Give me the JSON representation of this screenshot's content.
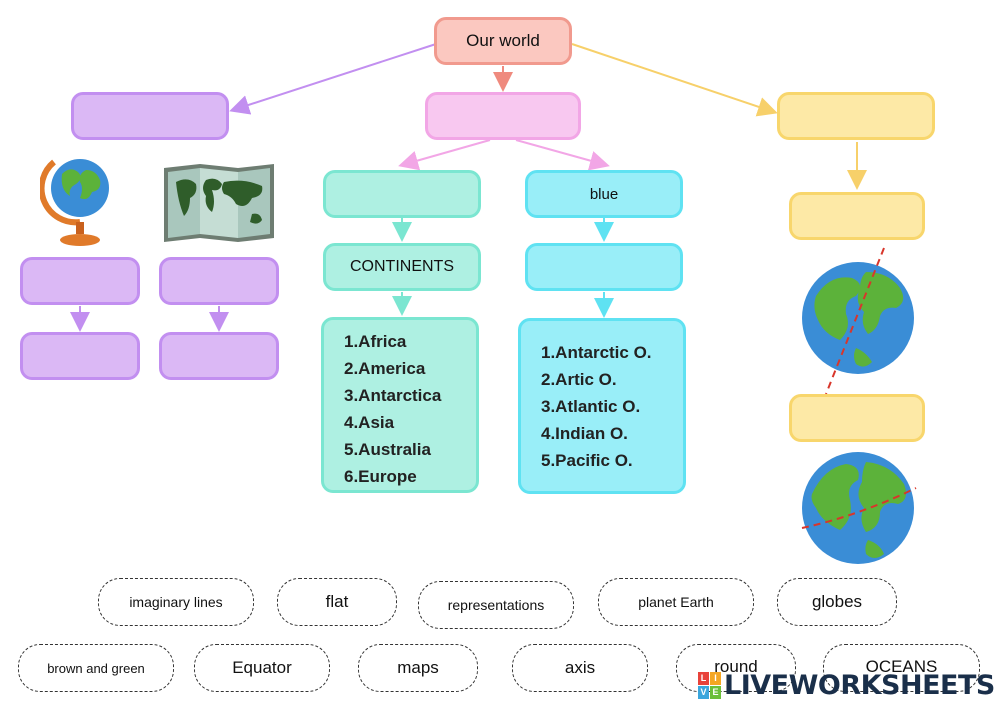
{
  "diagram": {
    "root_label": "Our world",
    "left_branch": {
      "top": "",
      "globe_box_1": "",
      "globe_box_2": "",
      "map_box_1": "",
      "map_box_2": ""
    },
    "middle_branch": {
      "top": "",
      "left_box_1": "",
      "left_box_2": "CONTINENTS",
      "continents": [
        "1.Africa",
        "2.America",
        "3.Antarctica",
        "4.Asia",
        "5.Australia",
        "6.Europe"
      ],
      "right_box_1": "blue",
      "right_box_2": "",
      "oceans": [
        "1.Antarctic O.",
        "2.Artic O.",
        "3.Atlantic O.",
        "4.Indian O.",
        "5.Pacific O."
      ]
    },
    "right_branch": {
      "top": "",
      "box_1": "",
      "box_2": ""
    }
  },
  "word_bank": [
    "imaginary lines",
    "flat",
    "representations",
    "planet Earth",
    "globes",
    "brown and green",
    "Equator",
    "maps",
    "axis",
    "round",
    "OCEANS"
  ],
  "watermark": {
    "text": "LIVEWORKSHEETS",
    "logo_letters": [
      "L",
      "I",
      "V",
      "E"
    ]
  },
  "colors": {
    "root": "#fbc8c0",
    "purple": "#dbb8f5",
    "pink": "#f8c8f0",
    "yellow": "#fde9a6",
    "teal": "#aef0e2",
    "cyan": "#99eef8"
  },
  "icons": [
    "desk-globe-icon",
    "world-map-icon",
    "earth-axis-icon",
    "earth-equator-icon"
  ]
}
